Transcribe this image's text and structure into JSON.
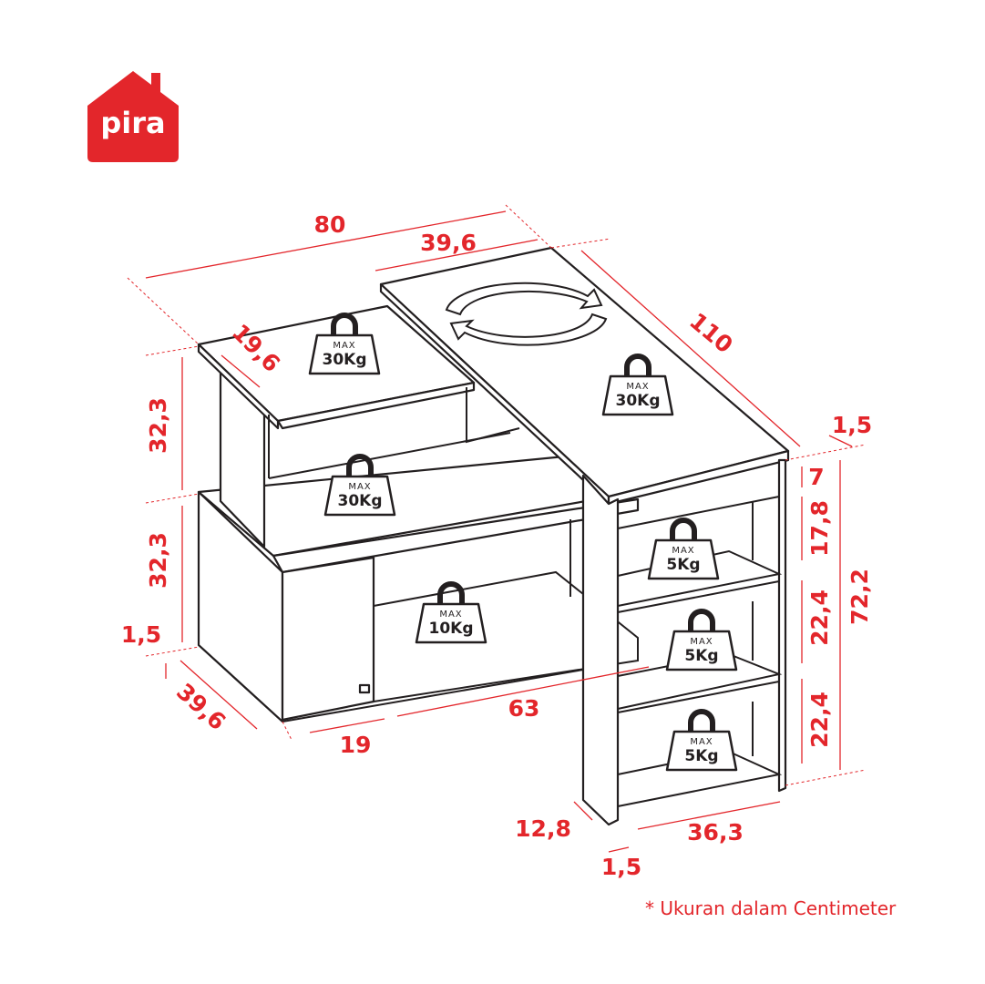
{
  "brand": {
    "name": "pira",
    "color": "#e3262b"
  },
  "dimensions": {
    "total_width": "80",
    "top_width": "39,6",
    "top_length": "110",
    "shelf_depth": "19,6",
    "upper_height": "32,3",
    "lower_height": "32,3",
    "base_thickness_left": "1,5",
    "depth_left": "39,6",
    "door_width": "19",
    "open_width": "63",
    "top_thickness": "1,5",
    "top_gap": "7",
    "shelf1": "17,8",
    "shelf2": "22,4",
    "shelf3": "22,4",
    "total_height": "72,2",
    "leg_offset": "12,8",
    "shelf_width": "36,3",
    "leg_thickness": "1,5"
  },
  "weights": [
    {
      "max": "MAX",
      "load": "30Kg"
    },
    {
      "max": "MAX",
      "load": "30Kg"
    },
    {
      "max": "MAX",
      "load": "30Kg"
    },
    {
      "max": "MAX",
      "load": "10Kg"
    },
    {
      "max": "MAX",
      "load": "5Kg"
    },
    {
      "max": "MAX",
      "load": "5Kg"
    },
    {
      "max": "MAX",
      "load": "5Kg"
    }
  ],
  "icons": {
    "rotate": "rotate-arrows-icon",
    "weight": "weight-icon",
    "logo": "house-logo-icon"
  },
  "footnote": "* Ukuran dalam Centimeter"
}
